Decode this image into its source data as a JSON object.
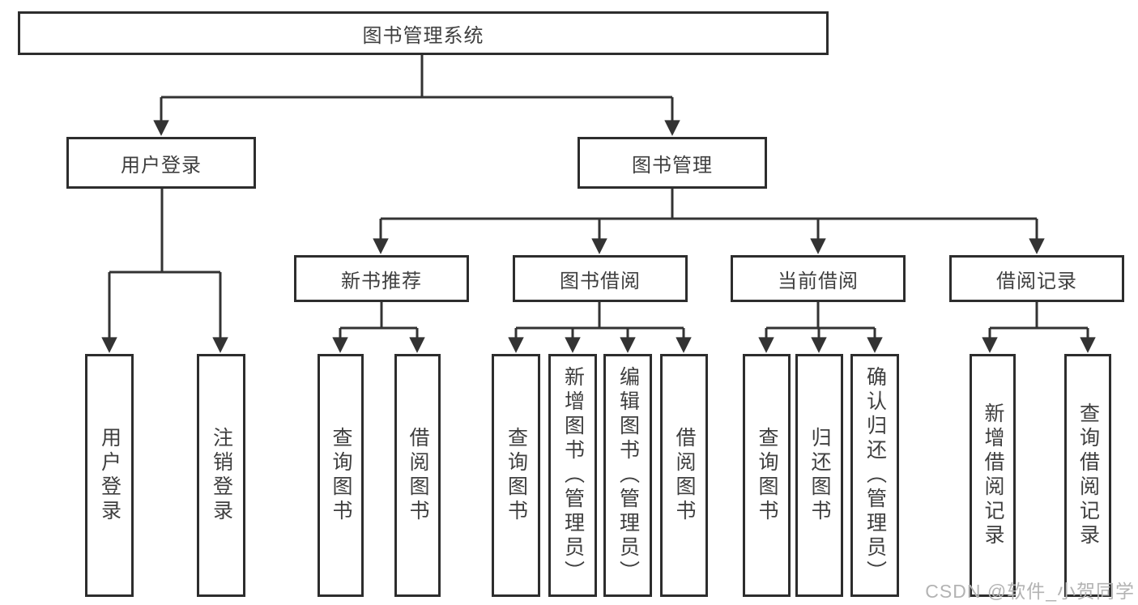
{
  "diagram": {
    "root": {
      "label": "图书管理系统",
      "children": [
        {
          "label": "用户登录",
          "children": [
            {
              "label": "用户登录"
            },
            {
              "label": "注销登录"
            }
          ]
        },
        {
          "label": "图书管理",
          "children": [
            {
              "label": "新书推荐",
              "children": [
                {
                  "label": "查询图书"
                },
                {
                  "label": "借阅图书"
                }
              ]
            },
            {
              "label": "图书借阅",
              "children": [
                {
                  "label": "查询图书"
                },
                {
                  "label": "新增图书（管理员）"
                },
                {
                  "label": "编辑图书（管理员）"
                },
                {
                  "label": "借阅图书"
                }
              ]
            },
            {
              "label": "当前借阅",
              "children": [
                {
                  "label": "查询图书"
                },
                {
                  "label": "归还图书"
                },
                {
                  "label": "确认归还（管理员）"
                }
              ]
            },
            {
              "label": "借阅记录",
              "children": [
                {
                  "label": "新增借阅记录"
                },
                {
                  "label": "查询借阅记录"
                }
              ]
            }
          ]
        }
      ]
    }
  },
  "watermark": {
    "text": "CSDN @软件_小贺同学"
  },
  "colors": {
    "line": "#333333",
    "box_border": "#2d2d2d",
    "text": "#3f3f3f",
    "watermark": "#b3b3b3",
    "background": "#ffffff"
  }
}
